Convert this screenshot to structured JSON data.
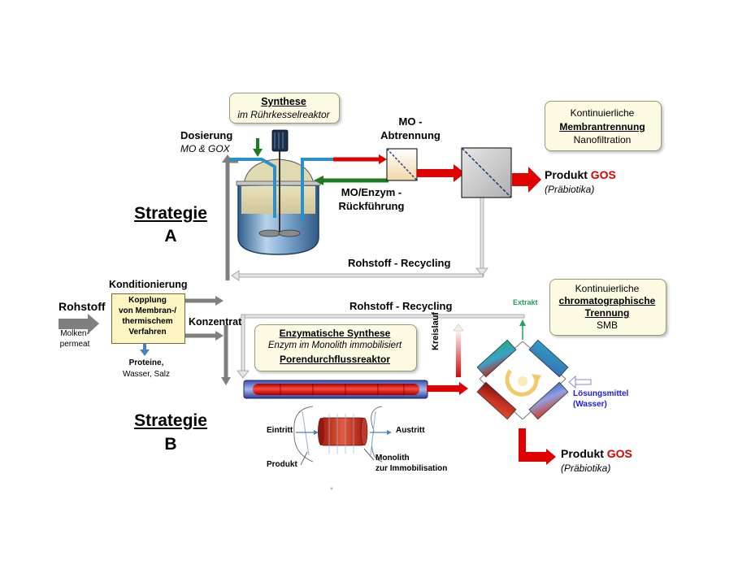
{
  "strategy_a": {
    "title": "Strategie",
    "letter": "A"
  },
  "strategy_b": {
    "title": "Strategie",
    "letter": "B"
  },
  "input": {
    "label": "Rohstoff",
    "sub_line1": "Molken-",
    "sub_line2": "permeat"
  },
  "conditioning": {
    "title": "Konditionierung",
    "box_line1": "Kopplung",
    "box_line2": "von Membran-/",
    "box_line3": "thermischem",
    "box_line4": "Verfahren",
    "out_line1": "Proteine,",
    "out_line2": "Wasser, Salz",
    "concentrate": "Konzentrat"
  },
  "synthesis_a": {
    "title": "Synthese",
    "subtitle": "im Rührkesselreaktor"
  },
  "dosing": {
    "title": "Dosierung",
    "subtitle": "MO & GOX"
  },
  "mo_separation": {
    "line1": "MO -",
    "line2": "Abtrennung"
  },
  "recirculation": {
    "line1": "MO/Enzym -",
    "line2": "Rückführung"
  },
  "membrane_box": {
    "line1": "Kontinuierliche",
    "line2": "Membrantrennung",
    "line3": "Nanofiltration"
  },
  "product_a": {
    "label": "Produkt",
    "gos": "GOS",
    "sub": "(Präbiotika)"
  },
  "recycling_a": "Rohstoff - Recycling",
  "recycling_b": "Rohstoff - Recycling",
  "chromatography_box": {
    "line1": "Kontinuierliche",
    "line2": "chromatographische",
    "line3": "Trennung",
    "line4": "SMB"
  },
  "enzymatic_box": {
    "line1": "Enzymatische Synthese",
    "line2": "Enzym im Monolith immobilisiert",
    "line3": "Porendurchflussreaktor"
  },
  "loop": "Kreislauf",
  "extract": "Extrakt",
  "solvent": {
    "line1": "Lösungsmittel",
    "line2": "(Wasser)"
  },
  "product_b": {
    "label": "Produkt",
    "gos": "GOS",
    "sub": "(Präbiotika)"
  },
  "monolith_detail": {
    "inlet": "Eintritt",
    "outlet": "Austritt",
    "product": "Produkt",
    "monolith_line1": "Monolith",
    "monolith_line2": "zur Immobilisation"
  },
  "colors": {
    "gray_arrow": "#7f7f7f",
    "red": "#e00000",
    "green": "#1e7a1e",
    "blue_pipe": "#2b8fc8",
    "gos_red": "#e00000",
    "solvent_blue": "#1a1ae6",
    "extract_green": "#1aa35a"
  }
}
